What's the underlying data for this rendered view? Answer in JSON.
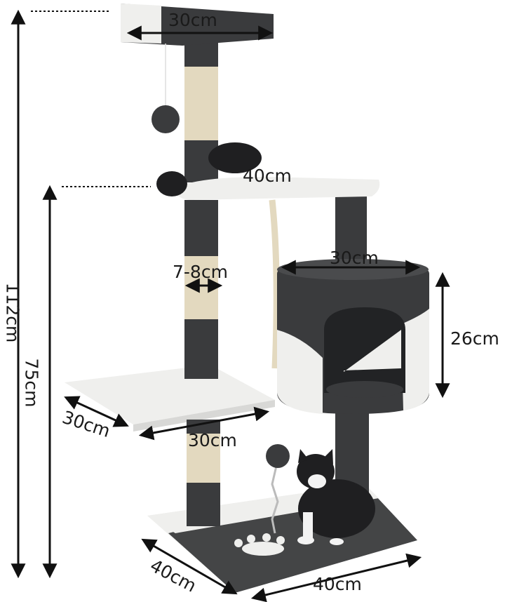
{
  "dimensions": {
    "top_platform_width": "30cm",
    "middle_platform_width": "40cm",
    "condo_top_width": "30cm",
    "post_diameter": "7-8cm",
    "condo_height": "26cm",
    "total_height": "112cm",
    "mid_height": "75cm",
    "step_depth": "30cm",
    "step_width": "30cm",
    "base_depth": "40cm",
    "base_width": "40cm"
  },
  "colors": {
    "plush_dark": "#3a3b3d",
    "plush_light": "#efefed",
    "sisal": "#e3d9bf",
    "dimension_line": "#111111"
  }
}
